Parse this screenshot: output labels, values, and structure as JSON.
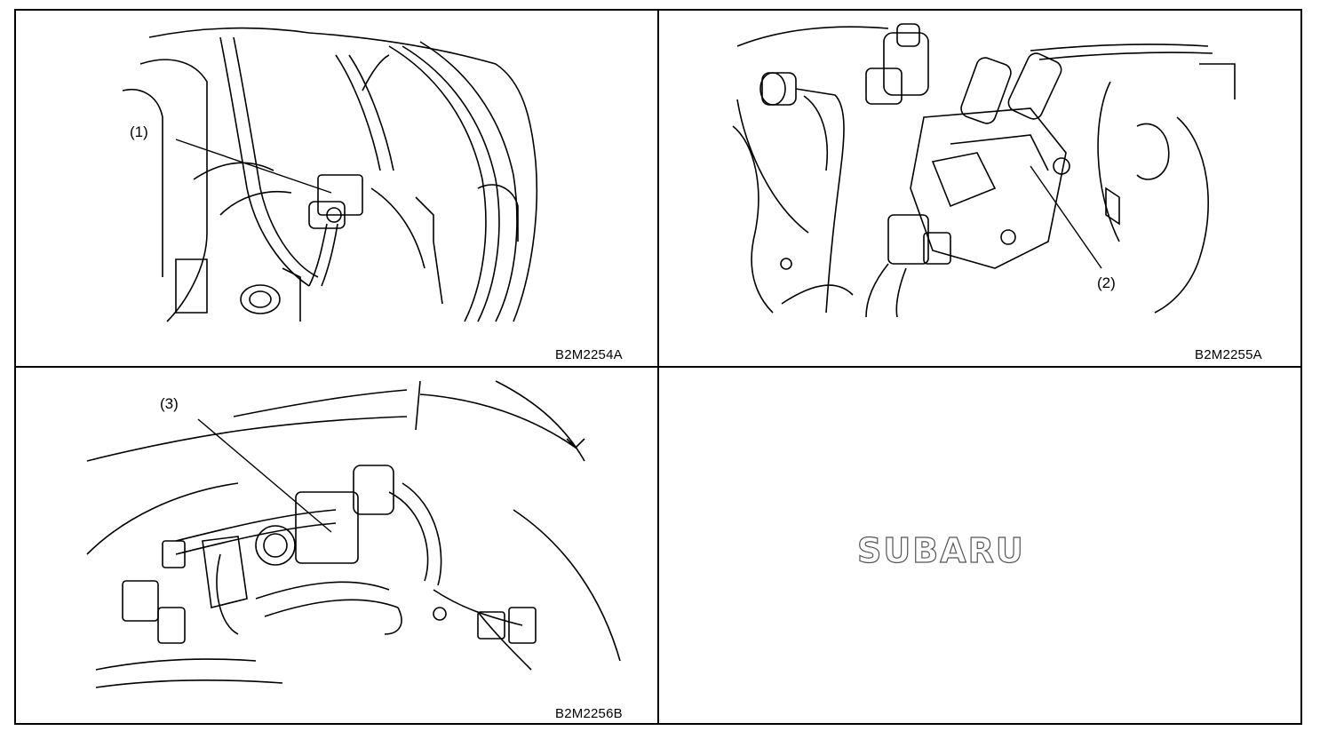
{
  "panels": [
    {
      "callout": "(1)",
      "code": "B2M2254A"
    },
    {
      "callout": "(2)",
      "code": "B2M2255A"
    },
    {
      "callout": "(3)",
      "code": "B2M2256B"
    }
  ],
  "logo": {
    "text": "SUBARU"
  }
}
